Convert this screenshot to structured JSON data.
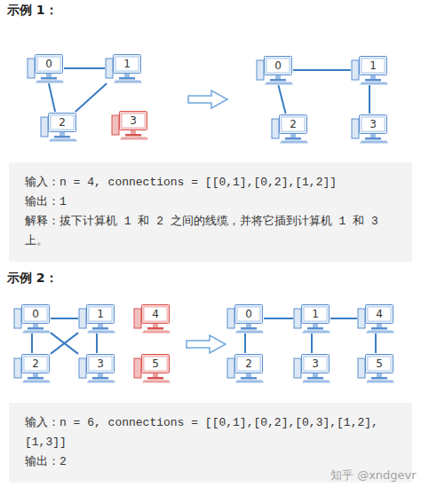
{
  "diagram": {
    "nodes": [
      {
        "text": [
          "0"
        ]
      },
      {
        "text": [
          "1"
        ]
      },
      {
        "text": [
          "2"
        ]
      },
      {
        "text": [
          "3"
        ]
      },
      {
        "text": [
          "0"
        ]
      },
      {
        "text": [
          "1"
        ]
      },
      {
        "text": [
          "2"
        ]
      },
      {
        "text": [
          "3"
        ]
      },
      {
        "text": [
          "输入：n = 4, connections = [[0,1],[0,2],[1,2]]",
          "输出：1",
          "解释：拔下计算机 1 和 2 之间的线缆，并将它插到计算机 1 和 3 上。"
        ]
      },
      {
        "text": [
          "0"
        ]
      },
      {
        "text": [
          "1"
        ]
      },
      {
        "text": [
          "4"
        ]
      },
      {
        "text": [
          "2"
        ]
      },
      {
        "text": [
          "3"
        ]
      },
      {
        "text": [
          "5"
        ]
      },
      {
        "text": [
          "0"
        ]
      },
      {
        "text": [
          "1"
        ]
      },
      {
        "text": [
          "4"
        ]
      },
      {
        "text": [
          "2"
        ]
      },
      {
        "text": [
          "3"
        ]
      },
      {
        "text": [
          "5"
        ]
      },
      {
        "text": [
          "输入：n = 6, connections = [[0,1],[0,2],[0,3],[1,2], [1,3]]",
          "输出：2"
        ]
      }
    ],
    "edges": [
      {
        "from": 0,
        "to": 1,
        "arrow": "none"
      },
      {
        "from": 0,
        "to": 2,
        "arrow": "none"
      },
      {
        "from": 1,
        "to": 2,
        "arrow": "none"
      },
      {
        "from": 4,
        "to": 5,
        "arrow": "none"
      },
      {
        "from": 4,
        "to": 6,
        "arrow": "none"
      },
      {
        "from": 5,
        "to": 7,
        "arrow": "none"
      },
      {
        "from": 9,
        "to": 10,
        "arrow": "none"
      },
      {
        "from": 9,
        "to": 12,
        "arrow": "none"
      },
      {
        "from": 9,
        "to": 13,
        "arrow": "none"
      },
      {
        "from": 10,
        "to": 12,
        "arrow": "none"
      },
      {
        "from": 10,
        "to": 13,
        "arrow": "none"
      },
      {
        "from": 15,
        "to": 16,
        "arrow": "none"
      },
      {
        "from": 16,
        "to": 17,
        "arrow": "none"
      },
      {
        "from": 15,
        "to": 18,
        "arrow": "none"
      },
      {
        "from": 16,
        "to": 19,
        "arrow": "none"
      },
      {
        "from": 17,
        "to": 20,
        "arrow": "none"
      }
    ],
    "labels": [
      "示例 1：",
      "示例 2：",
      "知乎 @xndgevr"
    ]
  }
}
